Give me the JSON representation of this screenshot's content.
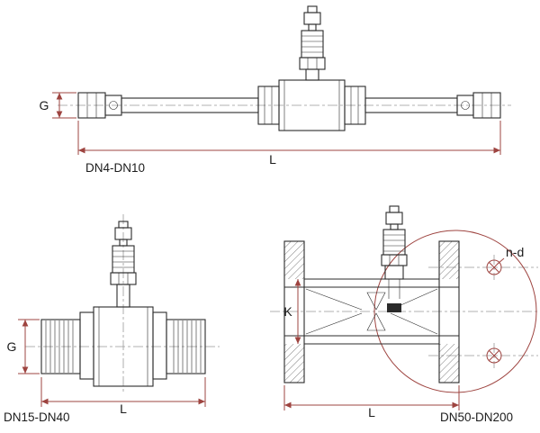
{
  "colors": {
    "outline": "#2b2b2b",
    "dimension": "#9e4440",
    "centerline": "#999999",
    "label": "#1c1c1c",
    "background": "#ffffff"
  },
  "views": {
    "dn4_dn10": {
      "label": "DN4-DN10",
      "dim_g": "G",
      "dim_l": "L"
    },
    "dn15_dn40": {
      "label": "DN15-DN40",
      "dim_g": "G",
      "dim_l": "L"
    },
    "dn50_dn200": {
      "label": "DN50-DN200",
      "dim_k": "K",
      "dim_l": "L",
      "dim_nd": "n-d"
    }
  }
}
